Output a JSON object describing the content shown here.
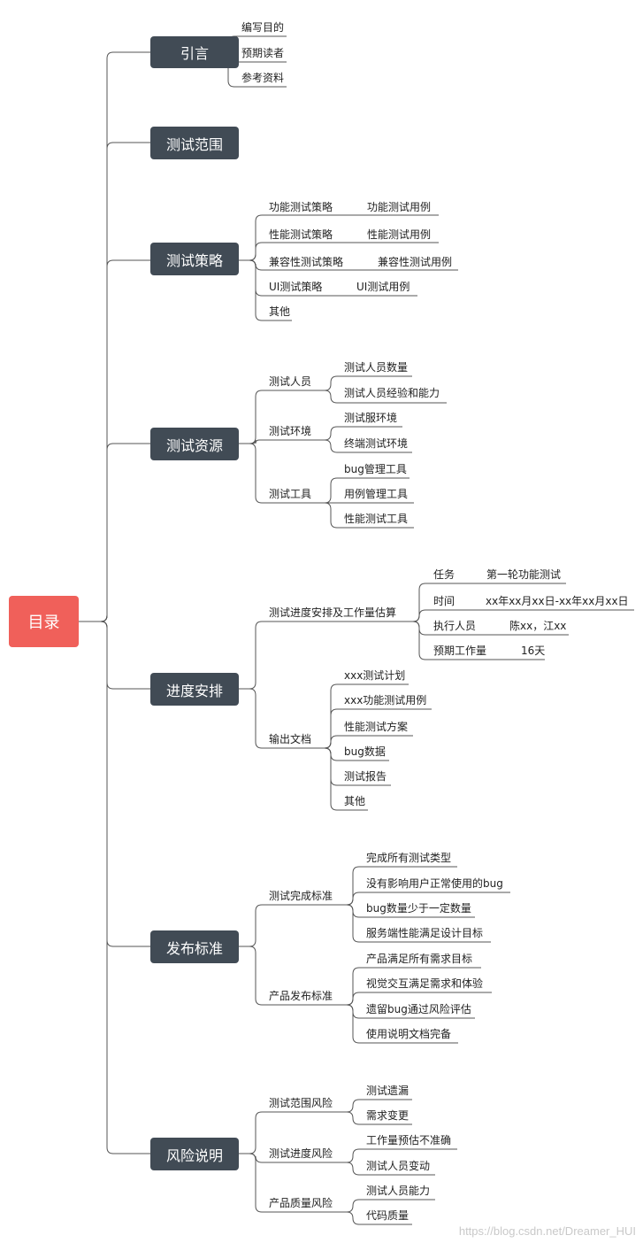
{
  "root": "目录",
  "topics": [
    {
      "label": "引言",
      "children": [
        {
          "label": "编写目的"
        },
        {
          "label": "预期读者"
        },
        {
          "label": "参考资料"
        }
      ]
    },
    {
      "label": "测试范围",
      "children": []
    },
    {
      "label": "测试策略",
      "children": [
        {
          "label": "功能测试策略",
          "children": [
            {
              "label": "功能测试用例"
            }
          ]
        },
        {
          "label": "性能测试策略",
          "children": [
            {
              "label": "性能测试用例"
            }
          ]
        },
        {
          "label": "兼容性测试策略",
          "children": [
            {
              "label": "兼容性测试用例"
            }
          ]
        },
        {
          "label": "UI测试策略",
          "children": [
            {
              "label": "UI测试用例"
            }
          ]
        },
        {
          "label": "其他"
        }
      ]
    },
    {
      "label": "测试资源",
      "children": [
        {
          "label": "测试人员",
          "children": [
            {
              "label": "测试人员数量"
            },
            {
              "label": "测试人员经验和能力"
            }
          ]
        },
        {
          "label": "测试环境",
          "children": [
            {
              "label": "测试服环境"
            },
            {
              "label": "终端测试环境"
            }
          ]
        },
        {
          "label": "测试工具",
          "children": [
            {
              "label": "bug管理工具"
            },
            {
              "label": "用例管理工具"
            },
            {
              "label": "性能测试工具"
            }
          ]
        }
      ]
    },
    {
      "label": "进度安排",
      "children": [
        {
          "label": "测试进度安排及工作量估算",
          "children": [
            {
              "label": "任务",
              "children": [
                {
                  "label": "第一轮功能测试"
                }
              ]
            },
            {
              "label": "时间",
              "children": [
                {
                  "label": "xx年xx月xx日-xx年xx月xx日"
                }
              ]
            },
            {
              "label": "执行人员",
              "children": [
                {
                  "label": "陈xx，江xx"
                }
              ]
            },
            {
              "label": "预期工作量",
              "children": [
                {
                  "label": "16天"
                }
              ]
            }
          ]
        },
        {
          "label": "输出文档",
          "children": [
            {
              "label": "xxx测试计划"
            },
            {
              "label": "xxx功能测试用例"
            },
            {
              "label": "性能测试方案"
            },
            {
              "label": "bug数据"
            },
            {
              "label": "测试报告"
            },
            {
              "label": "其他"
            }
          ]
        }
      ]
    },
    {
      "label": "发布标准",
      "children": [
        {
          "label": "测试完成标准",
          "children": [
            {
              "label": "完成所有测试类型"
            },
            {
              "label": "没有影响用户正常使用的bug"
            },
            {
              "label": "bug数量少于一定数量"
            },
            {
              "label": "服务端性能满足设计目标"
            }
          ]
        },
        {
          "label": "产品发布标准",
          "children": [
            {
              "label": "产品满足所有需求目标"
            },
            {
              "label": "视觉交互满足需求和体验"
            },
            {
              "label": "遗留bug通过风险评估"
            },
            {
              "label": "使用说明文档完备"
            }
          ]
        }
      ]
    },
    {
      "label": "风险说明",
      "children": [
        {
          "label": "测试范围风险",
          "children": [
            {
              "label": "测试遗漏"
            },
            {
              "label": "需求变更"
            }
          ]
        },
        {
          "label": "测试进度风险",
          "children": [
            {
              "label": "工作量预估不准确"
            },
            {
              "label": "测试人员变动"
            }
          ]
        },
        {
          "label": "产品质量风险",
          "children": [
            {
              "label": "测试人员能力"
            },
            {
              "label": "代码质量"
            }
          ]
        }
      ]
    }
  ],
  "watermark": "https://blog.csdn.net/Dreamer_HUI",
  "colors": {
    "root": "#f0605a",
    "topic": "#414b55",
    "line": "#555555"
  }
}
